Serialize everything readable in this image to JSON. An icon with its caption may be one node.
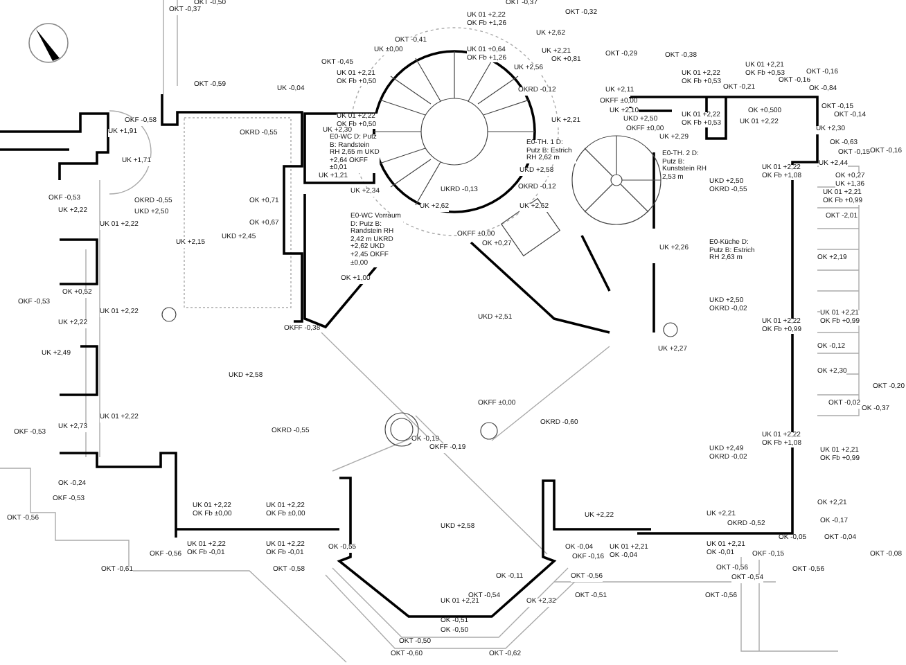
{
  "diagram": {
    "labels": [
      "OKT -0,50",
      "OKT -0,37",
      "OKT -0,59",
      "UK -0,04",
      "OKF -0,58",
      "UK +1,91",
      "UK +1,71",
      "OKRD -0,55",
      "OKF -0,53",
      "OKRD -0,55",
      "OK +0,71",
      "UK +2,22",
      "UKD +2,50",
      "UK 01 +2,22",
      "OK +0,67",
      "UKD +2,45",
      "UK +2,15",
      "OK +0,52",
      "OKF -0,53",
      "UK 01 +2,22",
      "UK +2,22",
      "OKFF -0,38",
      "UK +2,49",
      "UKD +2,58",
      "UK +2,73",
      "UK 01 +2,22",
      "OKF -0,53",
      "OKRD -0,55",
      "OK -0,24",
      "OKF -0,53",
      "UK 01 +2,22 OK Fb ±0,00",
      "UK 01 +2,22 OK Fb ±0,00",
      "OKT -0,56",
      "UK 01 +2,22 OK Fb -0,01",
      "UK 01 +2,22 OK Fb -0,01",
      "OKF -0,56",
      "OKT -0,61",
      "OKT -0,58",
      "OKT -0,37",
      "UK 01 +2,22 OK Fb +1,26",
      "OKT -0,32",
      "UK +2,62",
      "OKT -0,41",
      "UK ±0,00",
      "UK 01 +0,64 OK Fb +1,26",
      "UK +2,21",
      "OK +0,81",
      "OKT -0,45",
      "UK 01 +2,21 OK Fb +0,50",
      "UK +2,56",
      "OKRD -0,12",
      "UK 01 +2,22 OK Fb +0,50",
      "UK +2,21",
      "UK +2,30",
      "E0-WC D: Putz B: Randstein RH 2,65 m UKD +2,64 OKFF ±0,01",
      "E0-TH. 1 D: Putz B: Estrich RH 2,62 m",
      "UK +1,21",
      "UKD +2,58",
      "UKRD -0,13",
      "OKRD -0,12",
      "UK +2,34",
      "UK +2,62",
      "UK +2,62",
      "E0-WC Vorraum D: Putz B: Randstein RH 2,42 m UKRD +2,62 UKD +2,45 OKFF ±0,00",
      "OKFF ±0,00",
      "OK +0,27",
      "OK +1,00",
      "UKD +2,51",
      "OKT -0,29",
      "OKT -0,38",
      "UK 01 +2,22 OK Fb +0,53",
      "OKT -0,21",
      "UK 01 +2,21 OK Fb +0,53",
      "OKT -0,16",
      "OKT -0,16",
      "UK +2,11",
      "OK -0,84",
      "OKFF ±0,00",
      "UK +2,10",
      "OK +0,500",
      "OKT -0,15",
      "OKT -0,14",
      "UK 01 +2,22 OK Fb +0,53",
      "UKD +2,50",
      "UK 01 +2,22",
      "OKFF ±0,00",
      "UK +2,30",
      "UK +2,29",
      "OK -0,63",
      "OKT -0,15",
      "OKT -0,16",
      "E0-TH. 2 D: Putz B: Kunststein RH 2,53 m",
      "UK +2,44",
      "UK 01 +2,22 OK Fb +1,08",
      "OK +0,27 UK +1,36",
      "UKD +2,50 OKRD -0,55",
      "UK 01 +2,21 OK Fb +0,99",
      "OKT -2,01",
      "E0-Küche D: Putz B: Estrich RH 2,63 m",
      "UK +2,26",
      "OK +2,19",
      "UKD +2,50 OKRD -0,02",
      "UK 01 +2,21 OK Fb +0,99",
      "UK 01 +2,22 OK Fb +0,99",
      "UK +2,27",
      "OK -0,12",
      "OK +2,30",
      "OKT -0,20",
      "OKT -0,02",
      "OK -0,37",
      "OKFF ±0,00",
      "OKRD -0,60",
      "OK -0,19",
      "OKFF -0,19",
      "UK 01 +2,22 OK Fb +1,08",
      "UKD +2,49 OKRD -0,02",
      "UK 01 +2,21 OK Fb +0,99",
      "OK +2,21",
      "UK +2,22",
      "UK +2,21",
      "OK -0,17",
      "OKRD -0,52",
      "UKD +2,58",
      "OK -0,05",
      "OKT -0,04",
      "OK -0,55",
      "OK -0,04",
      "UK 01 +2,21 OK -0,04",
      "UK 01 +2,21 OK -0,01",
      "OKF -0,16",
      "OKF -0,15",
      "OKT -0,08",
      "OKT -0,56",
      "OKT -0,56",
      "OK -0,11",
      "OKT -0,56",
      "OKT -0,54",
      "OKT -0,54",
      "OKT -0,51",
      "OKT -0,56",
      "UK 01 +2,21",
      "OK +2,32",
      "OK -0,51",
      "OK -0,50",
      "OKT -0,50",
      "OKT -0,60",
      "OKT -0,62"
    ]
  }
}
